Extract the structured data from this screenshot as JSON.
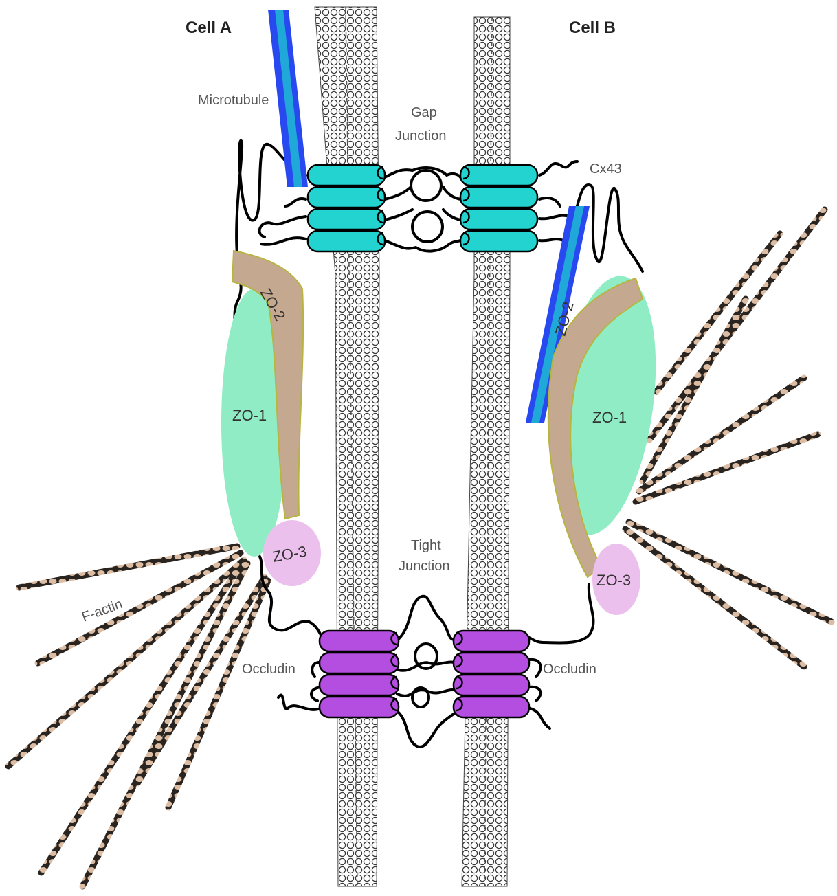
{
  "diagram": {
    "cells": {
      "left": "Cell A",
      "right": "Cell B"
    },
    "labels": {
      "microtubule": "Microtubule",
      "gap_junction_1": "Gap",
      "gap_junction_2": "Junction",
      "cx43": "Cx43",
      "tight_junction_1": "Tight",
      "tight_junction_2": "Junction",
      "occludin_left": "Occludin",
      "occludin_right": "Occludin",
      "factin": "F-actin",
      "zo1_left": "ZO-1",
      "zo1_right": "ZO-1",
      "zo2_left": "ZO-2",
      "zo2_right": "ZO-2",
      "zo3_left": "ZO-3",
      "zo3_right": "ZO-3"
    },
    "colors": {
      "connexin": "#22d3d0",
      "occludin": "#b44ee0",
      "zo1": "#90ecc4",
      "zo2": "#c4a890",
      "zo3": "#ecc0ec",
      "microtubule_outer": "#2848f0",
      "microtubule_inner": "#20a8d8",
      "actin": "#d8b8a0",
      "membrane": "#ffffff"
    }
  }
}
